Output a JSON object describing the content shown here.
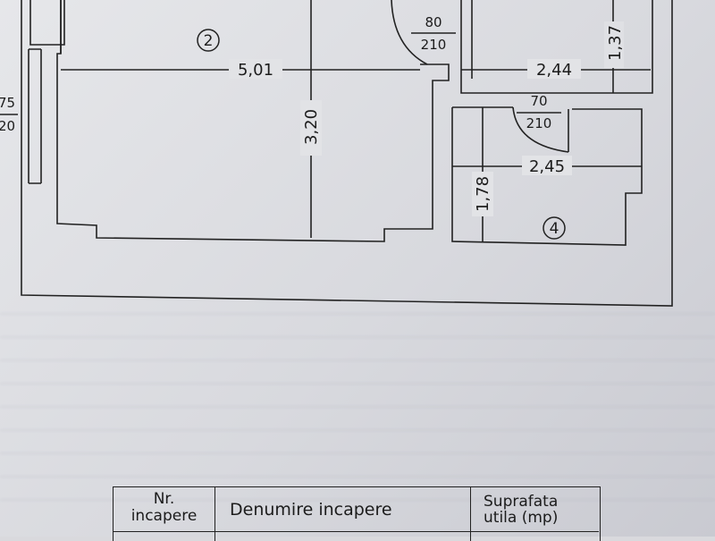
{
  "plan": {
    "room_labels": [
      "2",
      "4"
    ],
    "dims": {
      "left_edge_top": "75",
      "left_edge_bottom": "20",
      "door_top_w": "80",
      "door_top_h": "210",
      "width_room2": "5,01",
      "width_hall": "2,44",
      "height_hall": "1,37",
      "height_room2": "3,20",
      "door_bath_w": "70",
      "door_bath_h": "210",
      "width_room4": "2,45",
      "height_room4": "1,78"
    }
  },
  "table": {
    "col1_line1": "Nr.",
    "col1_line2": "incapere",
    "col2": "Denumire incapere",
    "col3_line1": "Suprafata",
    "col3_line2": "utila (mp)"
  }
}
